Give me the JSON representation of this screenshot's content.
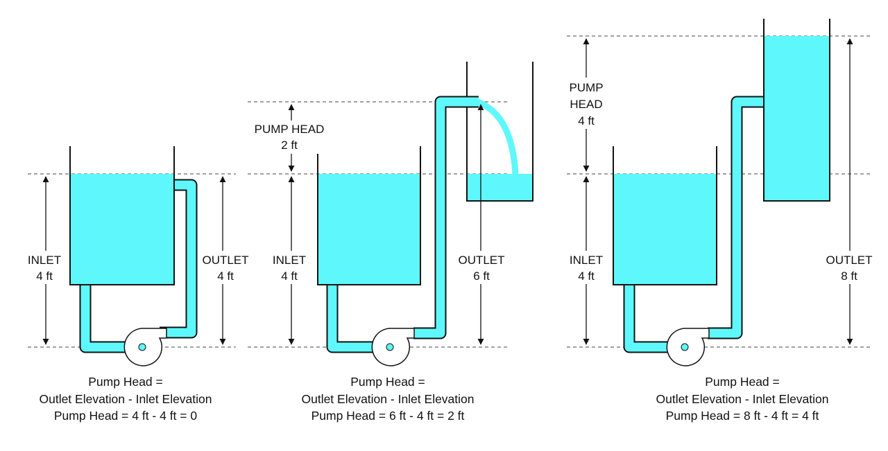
{
  "colors": {
    "water": "#5ef8fc",
    "line": "#111111"
  },
  "panels": [
    {
      "inlet": {
        "label": "INLET",
        "value": "4 ft"
      },
      "outlet": {
        "label": "OUTLET",
        "value": "4 ft"
      },
      "caption": {
        "line1": "Pump Head =",
        "line2": "Outlet Elevation - Inlet Elevation",
        "line3": "Pump Head = 4 ft - 4 ft = 0"
      }
    },
    {
      "pump_head": {
        "line1": "PUMP HEAD",
        "line2": "2 ft"
      },
      "inlet": {
        "label": "INLET",
        "value": "4 ft"
      },
      "outlet": {
        "label": "OUTLET",
        "value": "6 ft"
      },
      "caption": {
        "line1": "Pump Head =",
        "line2": "Outlet Elevation - Inlet Elevation",
        "line3": "Pump Head = 6 ft - 4 ft = 2 ft"
      }
    },
    {
      "pump_head": {
        "line1": "PUMP",
        "line2": "HEAD",
        "line3": "4 ft"
      },
      "inlet": {
        "label": "INLET",
        "value": "4 ft"
      },
      "outlet": {
        "label": "OUTLET",
        "value": "8 ft"
      },
      "caption": {
        "line1": "Pump Head =",
        "line2": "Outlet Elevation - Inlet Elevation",
        "line3": "Pump Head = 8 ft - 4 ft = 4 ft"
      }
    }
  ]
}
